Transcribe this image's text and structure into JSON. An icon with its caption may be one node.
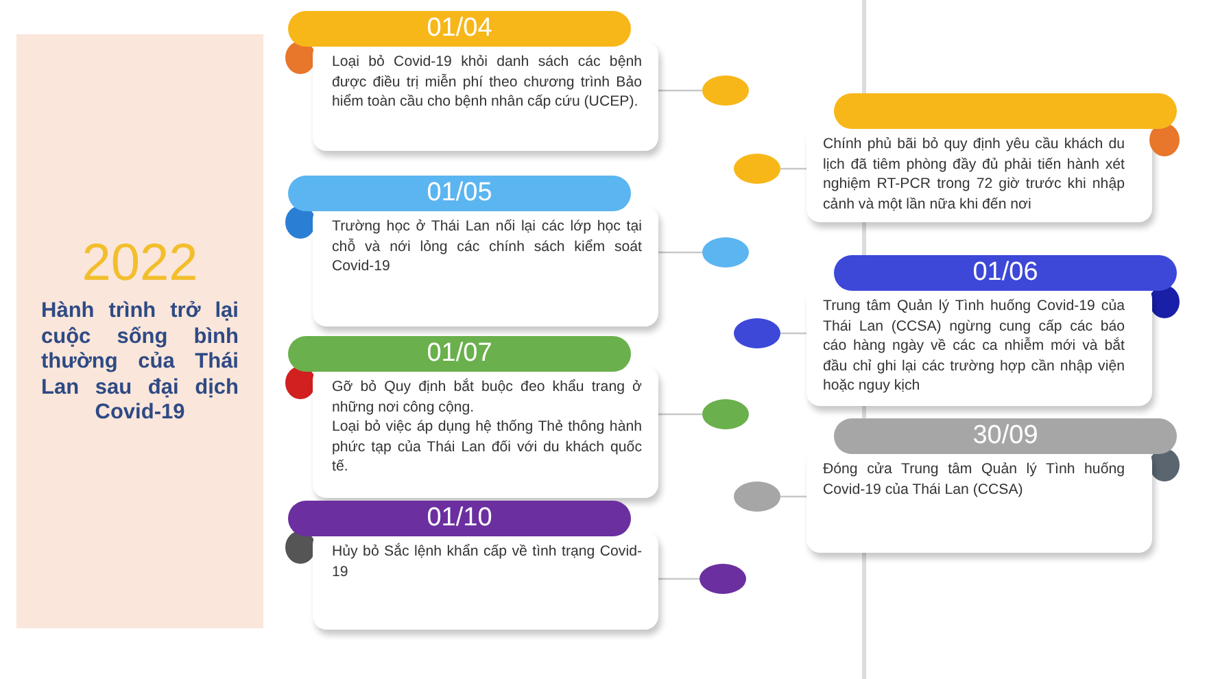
{
  "diagram": {
    "nodes": [
      {
        "text": [
          "2022",
          "Hành trình trở lại cuộc sống bình thường của Thái Lan sau đại dịch Covid-19"
        ]
      },
      {
        "text": [
          "01/04",
          "Loại bỏ Covid-19 khỏi danh sách các bệnh được điều trị miễn phí theo chương trình Bảo hiểm toàn cầu cho bệnh nhân cấp cứu (UCEP)."
        ]
      },
      {
        "text": [],
        "shape": "circle"
      },
      {
        "text": [
          "Chính phủ bãi bỏ quy định yêu cầu khách du lịch đã tiêm phòng đầy đủ phải tiến hành xét nghiệm RT-PCR trong 72 giờ trước khi nhập cảnh và một lần nữa khi đến nơi"
        ]
      },
      {
        "text": [],
        "shape": "circle"
      },
      {
        "text": [
          "01/05",
          "Trường học ở Thái Lan nối lại các lớp học tại chỗ và nới lỏng các chính sách kiểm soát Covid-19"
        ]
      },
      {
        "text": [],
        "shape": "circle"
      },
      {
        "text": [
          "01/06",
          "Trung tâm Quản lý Tình huống Covid-19 của Thái Lan (CCSA) ngừng cung cấp các báo cáo hàng ngày về các ca nhiễm mới và bắt đầu chỉ ghi lại các trường hợp cần nhập viện hoặc nguy kịch"
        ]
      },
      {
        "text": [],
        "shape": "circle"
      },
      {
        "text": [
          "01/07",
          "Gỡ bỏ Quy định bắt buộc đeo khẩu trang ở những nơi công cộng.",
          "Loại bỏ việc áp dụng hệ thống Thẻ thông hành phức tạp của Thái Lan đối với du khách quốc tế."
        ]
      },
      {
        "text": [],
        "shape": "circle"
      },
      {
        "text": [
          "30/09",
          "Đóng cửa Trung tâm Quản lý Tình huống Covid-19 của Thái Lan (CCSA)"
        ]
      },
      {
        "text": [],
        "shape": "circle"
      },
      {
        "text": [
          "01/10",
          "Hủy bỏ Sắc lệnh khẩn cấp về tình trạng Covid-19"
        ]
      },
      {
        "text": [],
        "shape": "circle"
      }
    ],
    "edges": [
      {
        "from": 1,
        "to": 2,
        "arrow": "none"
      },
      {
        "from": 3,
        "to": 4,
        "arrow": "none"
      },
      {
        "from": 5,
        "to": 6,
        "arrow": "none"
      },
      {
        "from": 7,
        "to": 8,
        "arrow": "none"
      },
      {
        "from": 9,
        "to": 10,
        "arrow": "none"
      },
      {
        "from": 11,
        "to": 12,
        "arrow": "none"
      },
      {
        "from": 13,
        "to": 14,
        "arrow": "none"
      }
    ]
  }
}
